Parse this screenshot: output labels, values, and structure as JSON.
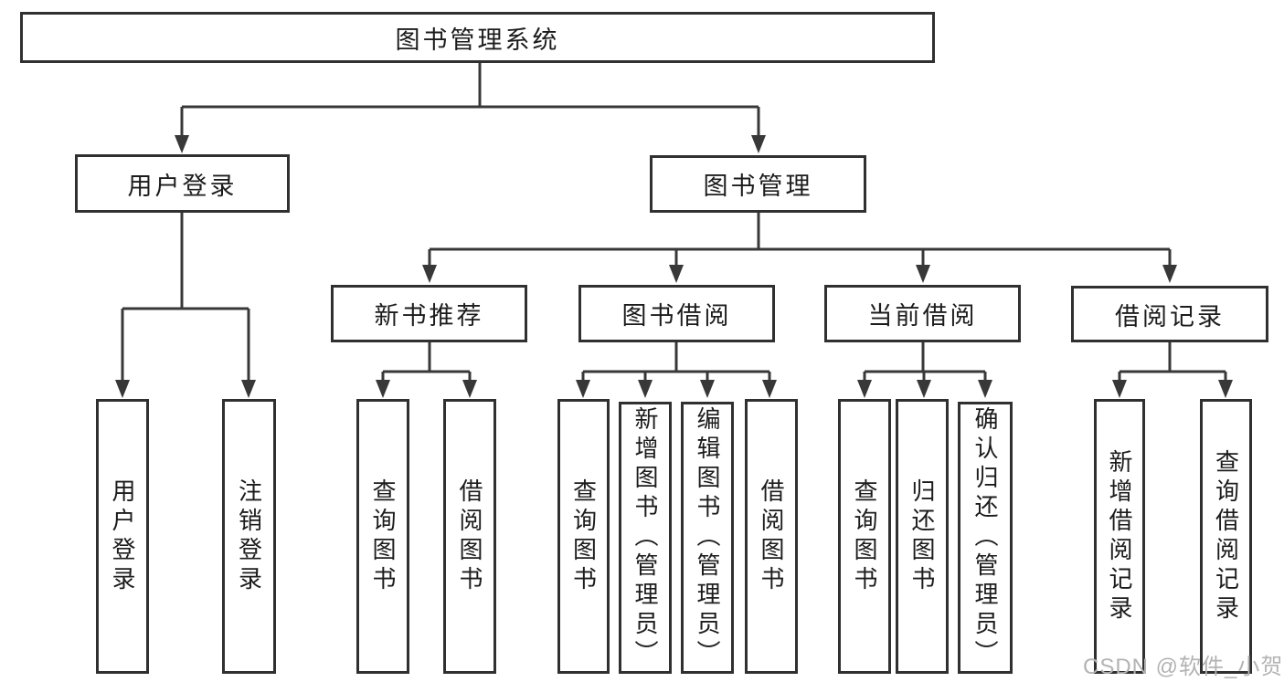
{
  "diagram": {
    "root": {
      "label": "图书管理系统",
      "children": [
        {
          "label": "用户登录",
          "children": [
            {
              "label": "用户登录"
            },
            {
              "label": "注销登录"
            }
          ]
        },
        {
          "label": "图书管理",
          "children": [
            {
              "label": "新书推荐",
              "children": [
                {
                  "label": "查询图书"
                },
                {
                  "label": "借阅图书"
                }
              ]
            },
            {
              "label": "图书借阅",
              "children": [
                {
                  "label": "查询图书"
                },
                {
                  "label": "新增图书（管理员）"
                },
                {
                  "label": "编辑图书（管理员）"
                },
                {
                  "label": "借阅图书"
                }
              ]
            },
            {
              "label": "当前借阅",
              "children": [
                {
                  "label": "查询图书"
                },
                {
                  "label": "归还图书"
                },
                {
                  "label": "确认归还（管理员）"
                }
              ]
            },
            {
              "label": "借阅记录",
              "children": [
                {
                  "label": "新增借阅记录"
                },
                {
                  "label": "查询借阅记录"
                }
              ]
            }
          ]
        }
      ]
    }
  },
  "watermark": {
    "text": "CSDN @软件_小贺同学"
  },
  "colors": {
    "line": "#383838",
    "box_border": "#303030",
    "text": "#1c1c1c",
    "watermark": "#b3b3b3",
    "background": "#ffffff"
  }
}
